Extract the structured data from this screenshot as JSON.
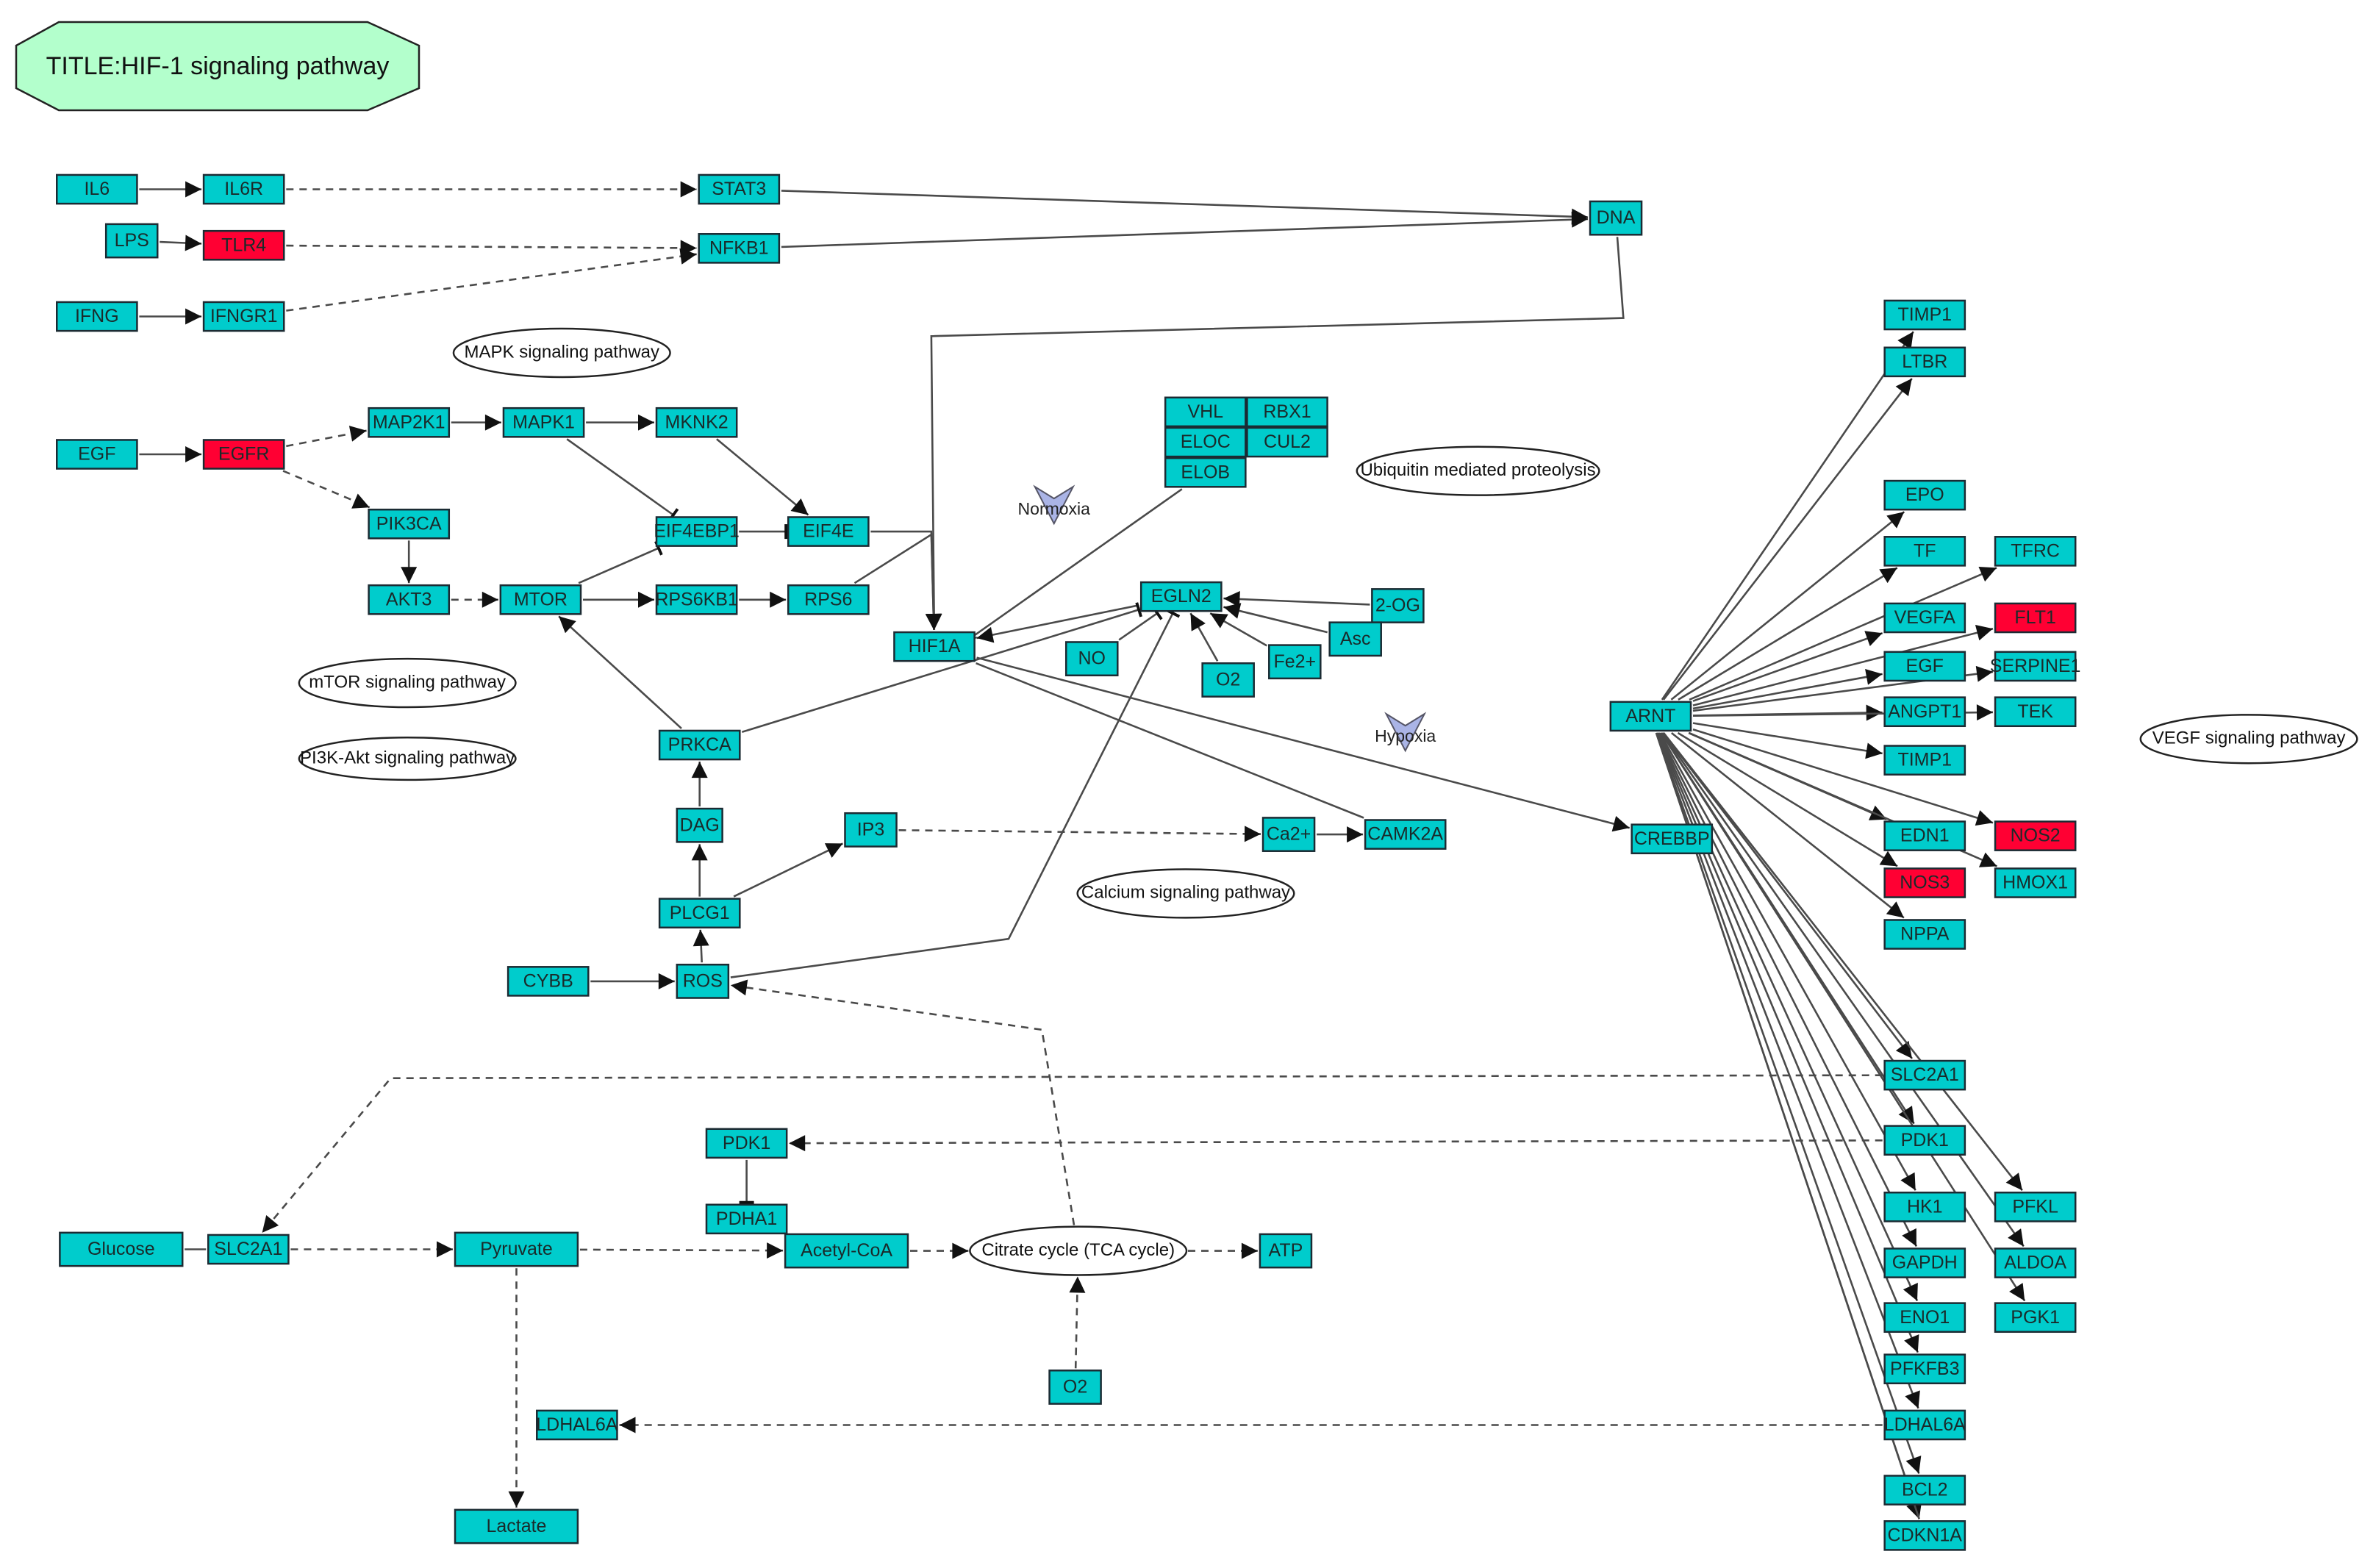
{
  "title": "TITLE:HIF-1 signaling pathway",
  "colors": {
    "gene": "#00cccc",
    "highlight": "#ff0033",
    "title_fill": "#b3ffcc",
    "edge": "#4a4a4a",
    "hint": "#aab4e6"
  },
  "nodes": {
    "IL6": {
      "label": "IL6",
      "highlight": false
    },
    "IL6R": {
      "label": "IL6R",
      "highlight": false
    },
    "STAT3": {
      "label": "STAT3",
      "highlight": false
    },
    "LPS": {
      "label": "LPS",
      "highlight": false
    },
    "TLR4": {
      "label": "TLR4",
      "highlight": true
    },
    "NFKB1": {
      "label": "NFKB1",
      "highlight": false
    },
    "DNA": {
      "label": "DNA",
      "highlight": false
    },
    "IFNG": {
      "label": "IFNG",
      "highlight": false
    },
    "IFNGR1": {
      "label": "IFNGR1",
      "highlight": false
    },
    "EGF_L": {
      "label": "EGF",
      "highlight": false
    },
    "EGFR": {
      "label": "EGFR",
      "highlight": true
    },
    "MAP2K1": {
      "label": "MAP2K1",
      "highlight": false
    },
    "MAPK1": {
      "label": "MAPK1",
      "highlight": false
    },
    "MKNK2": {
      "label": "MKNK2",
      "highlight": false
    },
    "PIK3CA": {
      "label": "PIK3CA",
      "highlight": false
    },
    "AKT3": {
      "label": "AKT3",
      "highlight": false
    },
    "MTOR": {
      "label": "MTOR",
      "highlight": false
    },
    "EIF4EBP1": {
      "label": "EIF4EBP1",
      "highlight": false
    },
    "EIF4E": {
      "label": "EIF4E",
      "highlight": false
    },
    "RPS6KB1": {
      "label": "RPS6KB1",
      "highlight": false
    },
    "RPS6": {
      "label": "RPS6",
      "highlight": false
    },
    "VHL": {
      "label": "VHL",
      "highlight": false
    },
    "RBX1": {
      "label": "RBX1",
      "highlight": false
    },
    "ELOC": {
      "label": "ELOC",
      "highlight": false
    },
    "CUL2": {
      "label": "CUL2",
      "highlight": false
    },
    "ELOB": {
      "label": "ELOB",
      "highlight": false
    },
    "HIF1A": {
      "label": "HIF1A",
      "highlight": false
    },
    "EGLN2": {
      "label": "EGLN2",
      "highlight": false
    },
    "OG2": {
      "label": "2-OG",
      "highlight": false
    },
    "Asc": {
      "label": "Asc",
      "highlight": false
    },
    "Fe2": {
      "label": "Fe2+",
      "highlight": false
    },
    "NO": {
      "label": "NO",
      "highlight": false
    },
    "O2a": {
      "label": "O2",
      "highlight": false
    },
    "PRKCA": {
      "label": "PRKCA",
      "highlight": false
    },
    "DAG": {
      "label": "DAG",
      "highlight": false
    },
    "PLCG1": {
      "label": "PLCG1",
      "highlight": false
    },
    "IP3": {
      "label": "IP3",
      "highlight": false
    },
    "Ca2": {
      "label": "Ca2+",
      "highlight": false
    },
    "CAMK2A": {
      "label": "CAMK2A",
      "highlight": false
    },
    "CYBB": {
      "label": "CYBB",
      "highlight": false
    },
    "ROS": {
      "label": "ROS",
      "highlight": false
    },
    "ARNT": {
      "label": "ARNT",
      "highlight": false
    },
    "CREBBP": {
      "label": "CREBBP",
      "highlight": false
    },
    "TIMP1a": {
      "label": "TIMP1",
      "highlight": false
    },
    "LTBR": {
      "label": "LTBR",
      "highlight": false
    },
    "EPO": {
      "label": "EPO",
      "highlight": false
    },
    "TF": {
      "label": "TF",
      "highlight": false
    },
    "TFRC": {
      "label": "TFRC",
      "highlight": false
    },
    "VEGFA": {
      "label": "VEGFA",
      "highlight": false
    },
    "FLT1": {
      "label": "FLT1",
      "highlight": true
    },
    "EGF_R": {
      "label": "EGF",
      "highlight": false
    },
    "SERPINE1": {
      "label": "SERPINE1",
      "highlight": false
    },
    "ANGPT1": {
      "label": "ANGPT1",
      "highlight": false
    },
    "TEK": {
      "label": "TEK",
      "highlight": false
    },
    "TIMP1b": {
      "label": "TIMP1",
      "highlight": false
    },
    "EDN1": {
      "label": "EDN1",
      "highlight": false
    },
    "NOS2": {
      "label": "NOS2",
      "highlight": true
    },
    "NOS3": {
      "label": "NOS3",
      "highlight": true
    },
    "HMOX1": {
      "label": "HMOX1",
      "highlight": false
    },
    "NPPA": {
      "label": "NPPA",
      "highlight": false
    },
    "SLC2A1_R": {
      "label": "SLC2A1",
      "highlight": false
    },
    "PDK1_R": {
      "label": "PDK1",
      "highlight": false
    },
    "HK1": {
      "label": "HK1",
      "highlight": false
    },
    "PFKL": {
      "label": "PFKL",
      "highlight": false
    },
    "GAPDH": {
      "label": "GAPDH",
      "highlight": false
    },
    "ALDOA": {
      "label": "ALDOA",
      "highlight": false
    },
    "PGK1": {
      "label": "PGK1",
      "highlight": false
    },
    "ENO1": {
      "label": "ENO1",
      "highlight": false
    },
    "PFKFB3": {
      "label": "PFKFB3",
      "highlight": false
    },
    "LDHAL6A_R": {
      "label": "LDHAL6A",
      "highlight": false
    },
    "BCL2": {
      "label": "BCL2",
      "highlight": false
    },
    "CDKN1A": {
      "label": "CDKN1A",
      "highlight": false
    },
    "PDK1_L": {
      "label": "PDK1",
      "highlight": false
    },
    "PDHA1": {
      "label": "PDHA1",
      "highlight": false
    },
    "Glucose": {
      "label": "Glucose",
      "highlight": false
    },
    "SLC2A1_L": {
      "label": "SLC2A1",
      "highlight": false
    },
    "Pyruvate": {
      "label": "Pyruvate",
      "highlight": false
    },
    "AcetylCoA": {
      "label": "Acetyl-CoA",
      "highlight": false
    },
    "ATP": {
      "label": "ATP",
      "highlight": false
    },
    "O2b": {
      "label": "O2",
      "highlight": false
    },
    "LDHAL6A_L": {
      "label": "LDHAL6A",
      "highlight": false
    },
    "Lactate": {
      "label": "Lactate",
      "highlight": false
    }
  },
  "pathways": {
    "mapk": "MAPK signaling pathway",
    "mtor": "mTOR signaling pathway",
    "pi3k": "PI3K-Akt signaling pathway",
    "ubiq": "Ubiquitin mediated proteolysis",
    "calcium": "Calcium signaling pathway",
    "vegf": "VEGF signaling pathway",
    "tca": "Citrate cycle (TCA cycle)"
  },
  "hints": {
    "normoxia": "Normoxia",
    "hypoxia": "Hypoxia"
  }
}
